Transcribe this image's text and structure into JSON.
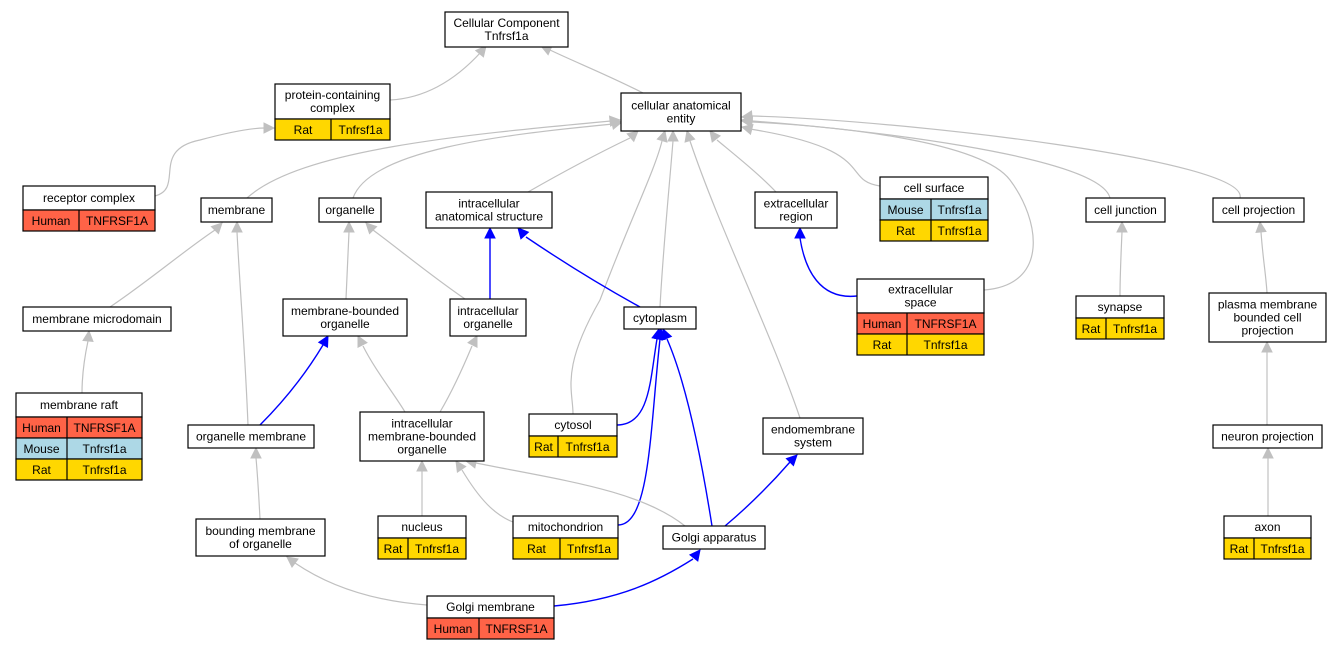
{
  "colors": {
    "human": "#FF6347",
    "mouse": "#ADD8E6",
    "rat": "#FFD700",
    "edge_blue": "#0000FF",
    "edge_gray": "#C0C0C0"
  },
  "nodes": [
    {
      "id": "root",
      "lines": [
        "Cellular Component",
        "Tnfrsf1a"
      ],
      "rows": []
    },
    {
      "id": "pcc",
      "lines": [
        "protein-containing",
        "complex"
      ],
      "rows": [
        {
          "species": "Rat",
          "symbol": "Tnfrsf1a"
        }
      ]
    },
    {
      "id": "cae",
      "lines": [
        "cellular anatomical",
        "entity"
      ],
      "rows": []
    },
    {
      "id": "rc",
      "lines": [
        "receptor complex"
      ],
      "rows": [
        {
          "species": "Human",
          "symbol": "TNFRSF1A"
        }
      ]
    },
    {
      "id": "membrane",
      "lines": [
        "membrane"
      ],
      "rows": []
    },
    {
      "id": "organelle",
      "lines": [
        "organelle"
      ],
      "rows": []
    },
    {
      "id": "ias",
      "lines": [
        "intracellular",
        "anatomical structure"
      ],
      "rows": []
    },
    {
      "id": "er",
      "lines": [
        "extracellular",
        "region"
      ],
      "rows": []
    },
    {
      "id": "cs",
      "lines": [
        "cell surface"
      ],
      "rows": [
        {
          "species": "Mouse",
          "symbol": "Tnfrsf1a"
        },
        {
          "species": "Rat",
          "symbol": "Tnfrsf1a"
        }
      ]
    },
    {
      "id": "cj",
      "lines": [
        "cell junction"
      ],
      "rows": []
    },
    {
      "id": "cp",
      "lines": [
        "cell projection"
      ],
      "rows": []
    },
    {
      "id": "mm",
      "lines": [
        "membrane microdomain"
      ],
      "rows": []
    },
    {
      "id": "mbo",
      "lines": [
        "membrane-bounded",
        "organelle"
      ],
      "rows": []
    },
    {
      "id": "io",
      "lines": [
        "intracellular",
        "organelle"
      ],
      "rows": []
    },
    {
      "id": "cyto",
      "lines": [
        "cytoplasm"
      ],
      "rows": []
    },
    {
      "id": "es",
      "lines": [
        "extracellular",
        "space"
      ],
      "rows": [
        {
          "species": "Human",
          "symbol": "TNFRSF1A"
        },
        {
          "species": "Rat",
          "symbol": "Tnfrsf1a"
        }
      ]
    },
    {
      "id": "syn",
      "lines": [
        "synapse"
      ],
      "rows": [
        {
          "species": "Rat",
          "symbol": "Tnfrsf1a"
        }
      ]
    },
    {
      "id": "pmbcp",
      "lines": [
        "plasma membrane",
        "bounded cell",
        "projection"
      ],
      "rows": []
    },
    {
      "id": "mr",
      "lines": [
        "membrane raft"
      ],
      "rows": [
        {
          "species": "Human",
          "symbol": "TNFRSF1A"
        },
        {
          "species": "Mouse",
          "symbol": "Tnfrsf1a"
        },
        {
          "species": "Rat",
          "symbol": "Tnfrsf1a"
        }
      ]
    },
    {
      "id": "om",
      "lines": [
        "organelle membrane"
      ],
      "rows": []
    },
    {
      "id": "imbo",
      "lines": [
        "intracellular",
        "membrane-bounded",
        "organelle"
      ],
      "rows": []
    },
    {
      "id": "cytosol",
      "lines": [
        "cytosol"
      ],
      "rows": [
        {
          "species": "Rat",
          "symbol": "Tnfrsf1a"
        }
      ]
    },
    {
      "id": "endo",
      "lines": [
        "endomembrane",
        "system"
      ],
      "rows": []
    },
    {
      "id": "np",
      "lines": [
        "neuron projection"
      ],
      "rows": []
    },
    {
      "id": "bmo",
      "lines": [
        "bounding membrane",
        "of organelle"
      ],
      "rows": []
    },
    {
      "id": "nucleus",
      "lines": [
        "nucleus"
      ],
      "rows": [
        {
          "species": "Rat",
          "symbol": "Tnfrsf1a"
        }
      ]
    },
    {
      "id": "mito",
      "lines": [
        "mitochondrion"
      ],
      "rows": [
        {
          "species": "Rat",
          "symbol": "Tnfrsf1a"
        }
      ]
    },
    {
      "id": "golgi",
      "lines": [
        "Golgi apparatus"
      ],
      "rows": []
    },
    {
      "id": "axon",
      "lines": [
        "axon"
      ],
      "rows": [
        {
          "species": "Rat",
          "symbol": "Tnfrsf1a"
        }
      ]
    },
    {
      "id": "gm",
      "lines": [
        "Golgi membrane"
      ],
      "rows": [
        {
          "species": "Human",
          "symbol": "TNFRSF1A"
        }
      ]
    }
  ],
  "edges": [
    {
      "from": "pcc",
      "to": "root",
      "relation": "is_a"
    },
    {
      "from": "cae",
      "to": "root",
      "relation": "is_a"
    },
    {
      "from": "rc",
      "to": "pcc",
      "relation": "is_a"
    },
    {
      "from": "membrane",
      "to": "cae",
      "relation": "is_a"
    },
    {
      "from": "organelle",
      "to": "cae",
      "relation": "is_a"
    },
    {
      "from": "ias",
      "to": "cae",
      "relation": "is_a"
    },
    {
      "from": "er",
      "to": "cae",
      "relation": "is_a"
    },
    {
      "from": "cs",
      "to": "cae",
      "relation": "is_a"
    },
    {
      "from": "cj",
      "to": "cae",
      "relation": "is_a"
    },
    {
      "from": "cp",
      "to": "cae",
      "relation": "is_a"
    },
    {
      "from": "cyto",
      "to": "cae",
      "relation": "is_a"
    },
    {
      "from": "cytosol",
      "to": "cae",
      "relation": "is_a"
    },
    {
      "from": "endo",
      "to": "cae",
      "relation": "is_a"
    },
    {
      "from": "es",
      "to": "cae",
      "relation": "is_a"
    },
    {
      "from": "mm",
      "to": "membrane",
      "relation": "is_a"
    },
    {
      "from": "om",
      "to": "membrane",
      "relation": "is_a"
    },
    {
      "from": "mr",
      "to": "mm",
      "relation": "is_a"
    },
    {
      "from": "mbo",
      "to": "organelle",
      "relation": "is_a"
    },
    {
      "from": "io",
      "to": "organelle",
      "relation": "is_a"
    },
    {
      "from": "io",
      "to": "ias",
      "relation": "part_of"
    },
    {
      "from": "cyto",
      "to": "ias",
      "relation": "part_of"
    },
    {
      "from": "es",
      "to": "er",
      "relation": "part_of"
    },
    {
      "from": "syn",
      "to": "cj",
      "relation": "is_a"
    },
    {
      "from": "pmbcp",
      "to": "cp",
      "relation": "is_a"
    },
    {
      "from": "np",
      "to": "pmbcp",
      "relation": "is_a"
    },
    {
      "from": "axon",
      "to": "np",
      "relation": "is_a"
    },
    {
      "from": "om",
      "to": "mbo",
      "relation": "part_of"
    },
    {
      "from": "imbo",
      "to": "mbo",
      "relation": "is_a"
    },
    {
      "from": "imbo",
      "to": "io",
      "relation": "is_a"
    },
    {
      "from": "cytosol",
      "to": "cyto",
      "relation": "part_of"
    },
    {
      "from": "mito",
      "to": "cyto",
      "relation": "part_of"
    },
    {
      "from": "golgi",
      "to": "cyto",
      "relation": "part_of"
    },
    {
      "from": "bmo",
      "to": "om",
      "relation": "is_a"
    },
    {
      "from": "nucleus",
      "to": "imbo",
      "relation": "is_a"
    },
    {
      "from": "mito",
      "to": "imbo",
      "relation": "is_a"
    },
    {
      "from": "golgi",
      "to": "imbo",
      "relation": "is_a"
    },
    {
      "from": "golgi",
      "to": "endo",
      "relation": "part_of"
    },
    {
      "from": "gm",
      "to": "bmo",
      "relation": "is_a"
    },
    {
      "from": "gm",
      "to": "golgi",
      "relation": "part_of"
    }
  ]
}
